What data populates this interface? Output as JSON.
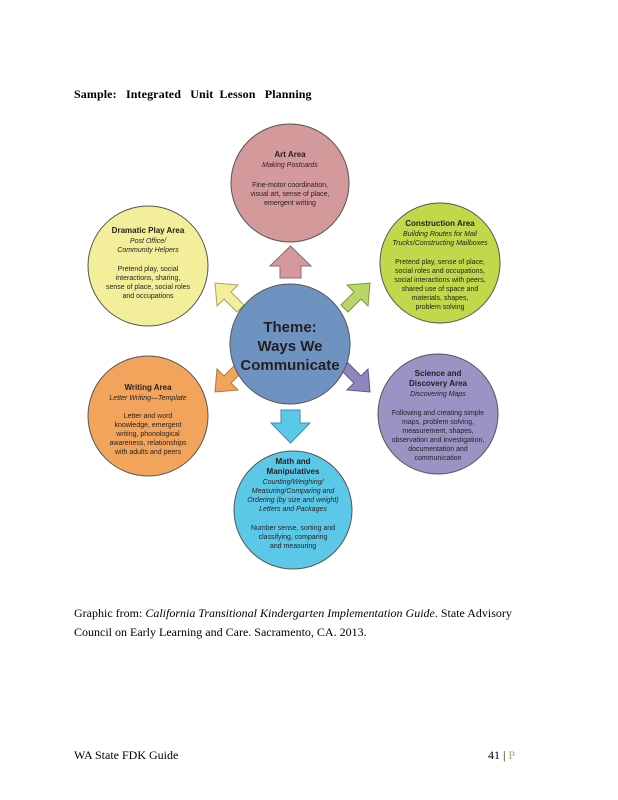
{
  "heading": "Sample:   Integrated   Unit  Lesson   Planning",
  "theme": {
    "line1": "Theme:",
    "line2": "Ways We",
    "line3": "Communicate"
  },
  "areas": {
    "art": {
      "title": "Art Area",
      "subtitle": "Making Postcards",
      "body": [
        "Fine-motor coordination,",
        "visual art, sense of place,",
        "emergent writing"
      ]
    },
    "construction": {
      "title": "Construction Area",
      "subtitle": [
        "Building Routes for Mail",
        "Trucks/Constructing Mailboxes"
      ],
      "body": [
        "Pretend play, sense of place,",
        "social roles and occupations,",
        "social interactions with peers,",
        "shared use of space and",
        "materials, shapes,",
        "problem solving"
      ]
    },
    "science": {
      "title": [
        "Science and",
        "Discovery Area"
      ],
      "subtitle": "Discovering Maps",
      "body": [
        "Following and creating simple",
        "maps, problem solving,",
        "measurement, shapes,",
        "observation and investigation,",
        "documentation and",
        "communication"
      ]
    },
    "math": {
      "title": [
        "Math and",
        "Manipulatives"
      ],
      "subtitle": [
        "Counting/Weighing/",
        "Measuring/Comparing and",
        "Ordering (by size and weight)",
        "Letters and Packages"
      ],
      "body": [
        "Number sense, sorting and",
        "classifying, comparing",
        "and measuring"
      ]
    },
    "writing": {
      "title": "Writing Area",
      "subtitle": "Letter Writing—Template",
      "body": [
        "Letter and word",
        "knowledge, emergent",
        "writing, phonological",
        "awareness, relationships",
        "with adults and peers"
      ]
    },
    "dramatic": {
      "title": "Dramatic Play Area",
      "subtitle": [
        "Post Office/",
        "Community Helpers"
      ],
      "body": [
        "Pretend play, social",
        "interactions, sharing,",
        "sense of place, social roles",
        "and occupations"
      ]
    }
  },
  "colors": {
    "art": "#d4999b",
    "construction": "#c0d94a",
    "science": "#9a93c4",
    "math": "#5cc8e8",
    "writing": "#f3a45c",
    "dramatic": "#f2ee9a",
    "theme": "#6f93c0",
    "outline": "#555555"
  },
  "citation": {
    "prefix": "Graphic from: ",
    "title": "California Transitional Kindergarten Implementation Guide",
    "suffix": ". State Advisory Council on Early Learning and Care. Sacramento, CA. 2013."
  },
  "footer": {
    "left": "WA State FDK Guide",
    "page": "41 | ",
    "p": "P"
  }
}
